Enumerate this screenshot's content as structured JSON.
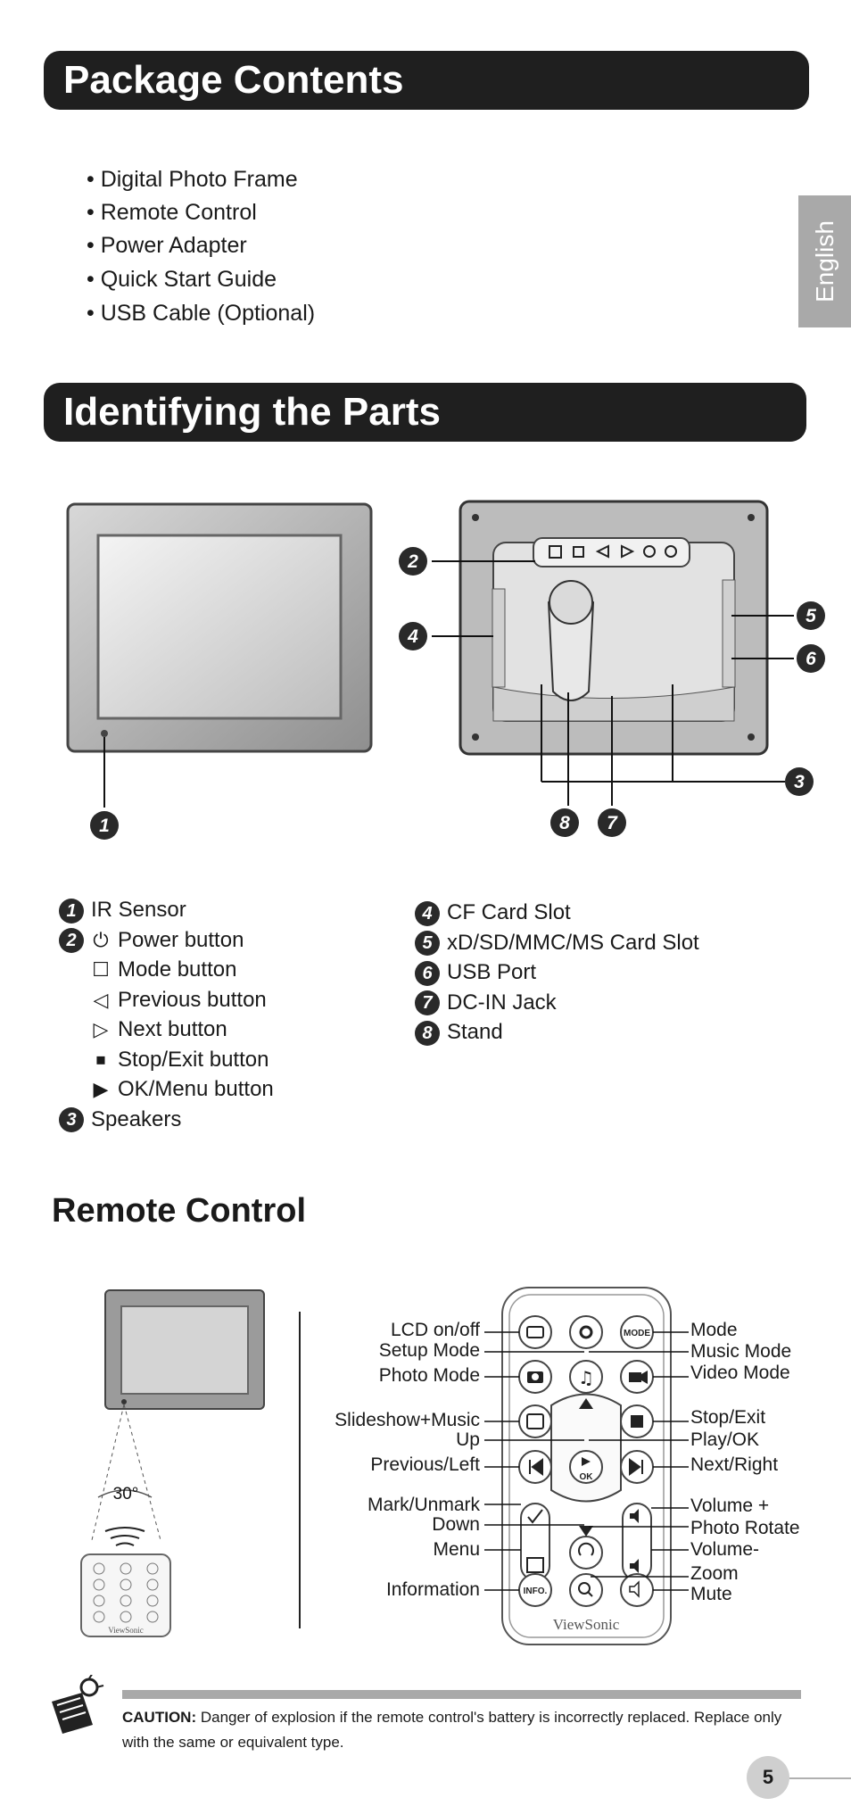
{
  "package": {
    "title": "Package Contents",
    "items": [
      "• Digital Photo Frame",
      "• Remote Control",
      "• Power Adapter",
      "• Quick Start Guide",
      "• USB Cable (Optional)"
    ]
  },
  "language_tab": "English",
  "parts": {
    "title": "Identifying the Parts",
    "callouts": [
      "1",
      "2",
      "3",
      "4",
      "5",
      "6",
      "7",
      "8"
    ],
    "legend_left": [
      {
        "num": "1",
        "sym": "",
        "label": "IR Sensor"
      },
      {
        "num": "2",
        "sym": "⏻",
        "label": "Power button"
      },
      {
        "num": "",
        "sym": "☐",
        "label": "Mode button"
      },
      {
        "num": "",
        "sym": "◁",
        "label": "Previous button"
      },
      {
        "num": "",
        "sym": "▷",
        "label": "Next button"
      },
      {
        "num": "",
        "sym": "⏹",
        "label": "Stop/Exit button"
      },
      {
        "num": "",
        "sym": "▶",
        "label": "OK/Menu button"
      },
      {
        "num": "3",
        "sym": "",
        "label": "Speakers"
      }
    ],
    "legend_right": [
      {
        "num": "4",
        "label": "CF Card Slot"
      },
      {
        "num": "5",
        "label": "xD/SD/MMC/MS Card Slot"
      },
      {
        "num": "6",
        "label": "USB Port"
      },
      {
        "num": "7",
        "label": "DC-IN Jack"
      },
      {
        "num": "8",
        "label": "Stand"
      }
    ]
  },
  "remote": {
    "title": "Remote Control",
    "angle_label": "30°",
    "brand": "ViewSonic",
    "left_labels": [
      "LCD on/off",
      "Setup Mode",
      "Photo Mode",
      "Slideshow+Music",
      "Up",
      "Previous/Left",
      "Mark/Unmark",
      "Down",
      "Menu",
      "Information"
    ],
    "right_labels": [
      "Mode",
      "Music Mode",
      "Video Mode",
      "Stop/Exit",
      "Play/OK",
      "Next/Right",
      "Volume +",
      "Photo Rotate",
      "Volume-",
      "Zoom",
      "Mute"
    ],
    "button_mode": "MODE",
    "button_info": "INFO.",
    "button_ok": "OK"
  },
  "caution": {
    "bold": "CAUTION:",
    "text": " Danger of explosion if the remote control's battery is incorrectly replaced. Replace only with the same or equivalent type."
  },
  "page_number": "5"
}
